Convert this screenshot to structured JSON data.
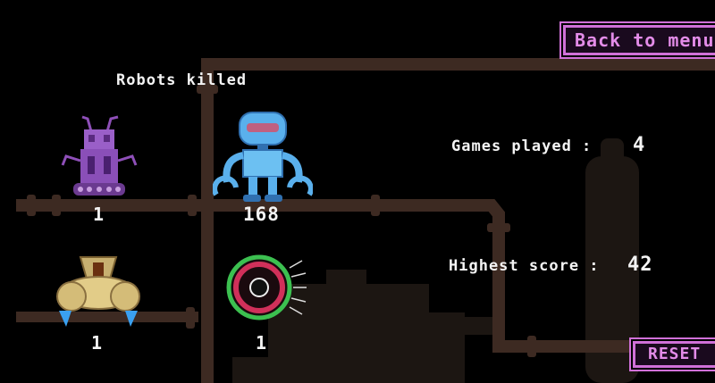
{
  "buttons": {
    "back_to_menu": "Back to menu",
    "reset": "RESET"
  },
  "robots_killed": {
    "title": "Robots killed",
    "counts": {
      "purple_robot": "1",
      "blue_robot": "168",
      "yellow_robot": "1",
      "ring_robot": "1"
    }
  },
  "stats": {
    "games_played_label": "Games played :",
    "games_played_value": "4",
    "highest_score_label": "Highest score :",
    "highest_score_value": "42"
  },
  "colors": {
    "pipe": "#3d2a22",
    "machinery": "#1c1612",
    "accent": "#d070d8"
  }
}
